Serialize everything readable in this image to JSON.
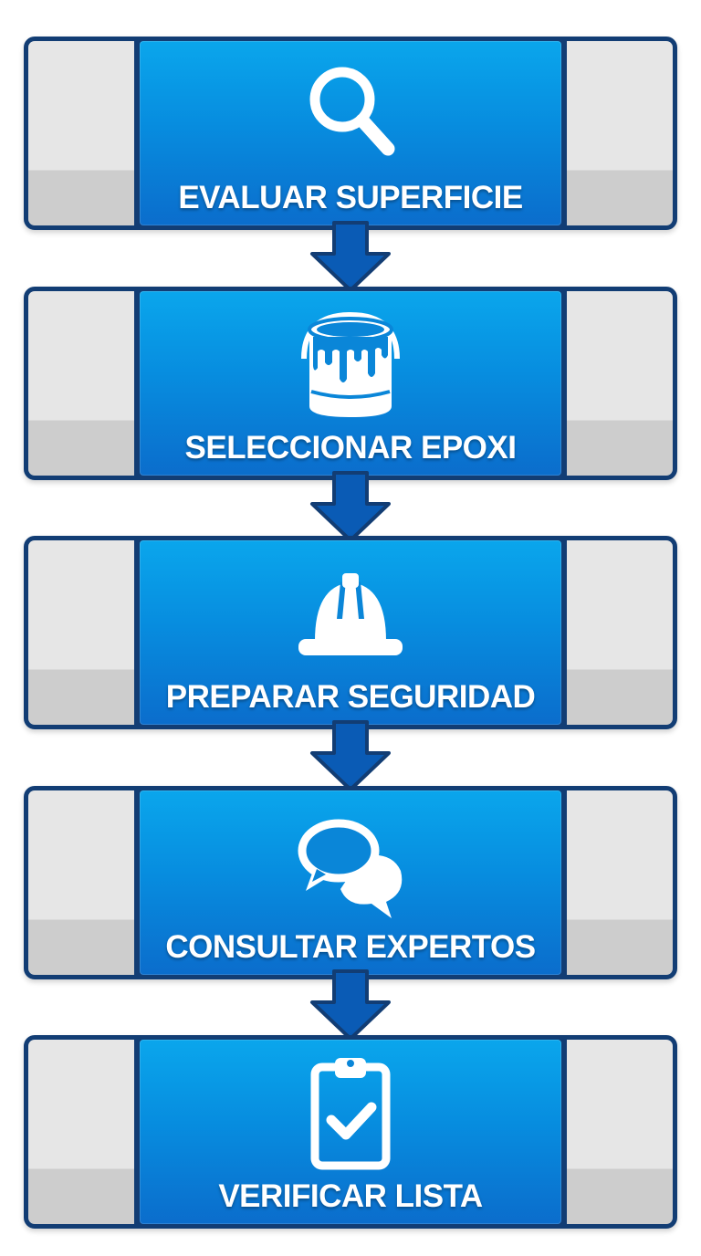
{
  "steps": [
    {
      "label": "EVALUAR SUPERFICIE",
      "icon": "magnifying-glass-icon"
    },
    {
      "label": "SELECCIONAR EPOXI",
      "icon": "paint-bucket-icon"
    },
    {
      "label": "PREPARAR SEGURIDAD",
      "icon": "hard-hat-icon"
    },
    {
      "label": "CONSULTAR EXPERTOS",
      "icon": "chat-bubbles-icon"
    },
    {
      "label": "VERIFICAR LISTA",
      "icon": "clipboard-check-icon"
    }
  ],
  "colors": {
    "border": "#123d74",
    "panel_top": "#0aa6ec",
    "panel_bottom": "#0b6dcc",
    "side_panel": "#e6e6e6",
    "arrow": "#0a5bb5"
  }
}
